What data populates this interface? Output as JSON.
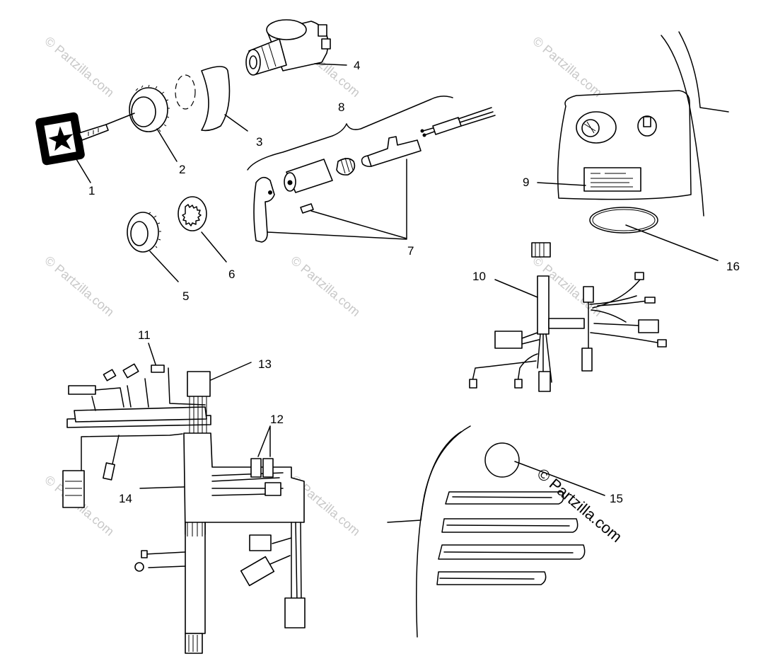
{
  "watermark": {
    "repeated_text": "© Partzilla.com",
    "main_text": "© Partzilla.com"
  },
  "callouts": [
    {
      "id": "1",
      "label": "1"
    },
    {
      "id": "2",
      "label": "2"
    },
    {
      "id": "3",
      "label": "3"
    },
    {
      "id": "4",
      "label": "4"
    },
    {
      "id": "5",
      "label": "5"
    },
    {
      "id": "6",
      "label": "6"
    },
    {
      "id": "7",
      "label": "7"
    },
    {
      "id": "8",
      "label": "8"
    },
    {
      "id": "9",
      "label": "9"
    },
    {
      "id": "10",
      "label": "10"
    },
    {
      "id": "11",
      "label": "11"
    },
    {
      "id": "12",
      "label": "12"
    },
    {
      "id": "13",
      "label": "13"
    },
    {
      "id": "14",
      "label": "14"
    },
    {
      "id": "15",
      "label": "15"
    },
    {
      "id": "16",
      "label": "16"
    }
  ]
}
